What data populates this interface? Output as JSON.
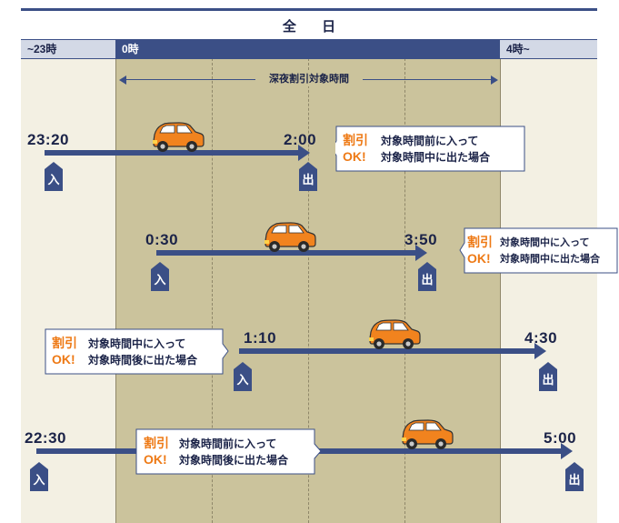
{
  "header": {
    "all_day": "全 日",
    "left_label": "~23時",
    "mid_label": "0時",
    "right_label": "4時~"
  },
  "night_span_label": "深夜割引対象時間",
  "colors": {
    "navy": "#3b4f86",
    "band": "#cbc39c",
    "light_bg": "#f3f0e3",
    "car_orange": "#f1831e",
    "ok_orange": "#ee7a16"
  },
  "timelines": [
    {
      "start": "23:20",
      "end": "2:00",
      "enter_badge": "入",
      "exit_badge": "出",
      "callout": {
        "line1_big": "割引",
        "line2_big": "OK!",
        "line1": "対象時間前に入って",
        "line2": "対象時間中に出た場合"
      }
    },
    {
      "start": "0:30",
      "end": "3:50",
      "enter_badge": "入",
      "exit_badge": "出",
      "callout": {
        "line1_big": "割引",
        "line2_big": "OK!",
        "line1": "対象時間中に入って",
        "line2": "対象時間中に出た場合"
      }
    },
    {
      "start": "1:10",
      "end": "4:30",
      "enter_badge": "入",
      "exit_badge": "出",
      "callout": {
        "line1_big": "割引",
        "line2_big": "OK!",
        "line1": "対象時間中に入って",
        "line2": "対象時間後に出た場合"
      }
    },
    {
      "start": "22:30",
      "end": "5:00",
      "enter_badge": "入",
      "exit_badge": "出",
      "callout": {
        "line1_big": "割引",
        "line2_big": "OK!",
        "line1": "対象時間前に入って",
        "line2": "対象時間後に出た場合"
      }
    }
  ]
}
